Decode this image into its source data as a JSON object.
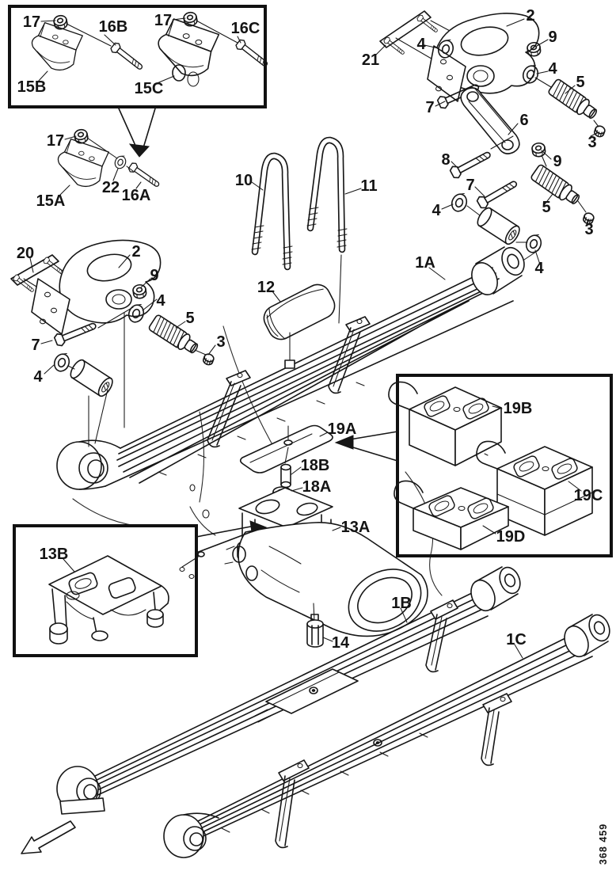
{
  "meta": {
    "type": "exploded-parts-diagram",
    "subject": "Leaf spring rear suspension",
    "drawing_number": "368 459",
    "line_color": "#161616",
    "background": "#ffffff"
  },
  "callouts": {
    "inset_hangers": {
      "nut_left": "17",
      "bolt_left": "16B",
      "bracket_left": "15B",
      "nut_right": "17",
      "bolt_right": "16C",
      "bracket_right": "15C"
    },
    "hanger_15a": {
      "nut": "17",
      "bracket": "15A",
      "washer": "22",
      "bolt": "16A"
    },
    "rear_shackle": {
      "stud_plate": "21",
      "washer_top": "4",
      "bracket": "2",
      "nut_top": "9",
      "washer_right": "4",
      "bushing_top": "5",
      "bolt_top": "7",
      "shackle": "6",
      "nut_top_right": "3",
      "bolt_mid": "8",
      "nut_mid": "9",
      "bolt_low": "7",
      "bushing_low": "5",
      "washer_left": "4",
      "nut_low_right": "3",
      "washer_eye": "4"
    },
    "spring_1a": {
      "spring": "1A",
      "ubolt_left": "10",
      "ubolt_right": "11",
      "pad": "12"
    },
    "front_hanger": {
      "stud_plate": "20",
      "bracket": "2",
      "nut": "9",
      "washer_top": "4",
      "bushing": "5",
      "bolt": "7",
      "nut_end": "3",
      "washer_low": "4"
    },
    "axle_center": {
      "plate": "19A",
      "sleeve": "18B",
      "nut": "18A",
      "seat": "13A",
      "nut_low": "14",
      "seat_alt": "13B"
    },
    "spacer_blocks": {
      "block_b": "19B",
      "block_c": "19C",
      "block_d": "19D"
    },
    "springs_rear": {
      "spring_b": "1B",
      "spring_c": "1C"
    }
  }
}
